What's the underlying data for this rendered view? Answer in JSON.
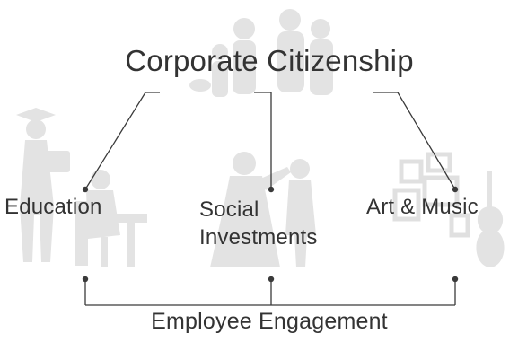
{
  "diagram": {
    "title": "Corporate Citizenship",
    "nodes": [
      {
        "id": "education",
        "label": "Education"
      },
      {
        "id": "social",
        "label_line1": "Social",
        "label_line2": "Investments"
      },
      {
        "id": "art",
        "label": "Art & Music"
      }
    ],
    "footer": "Employee Engagement"
  },
  "colors": {
    "text": "#333333",
    "lines": "#3a3a3a",
    "silhouettes": "#e3e3e3"
  }
}
